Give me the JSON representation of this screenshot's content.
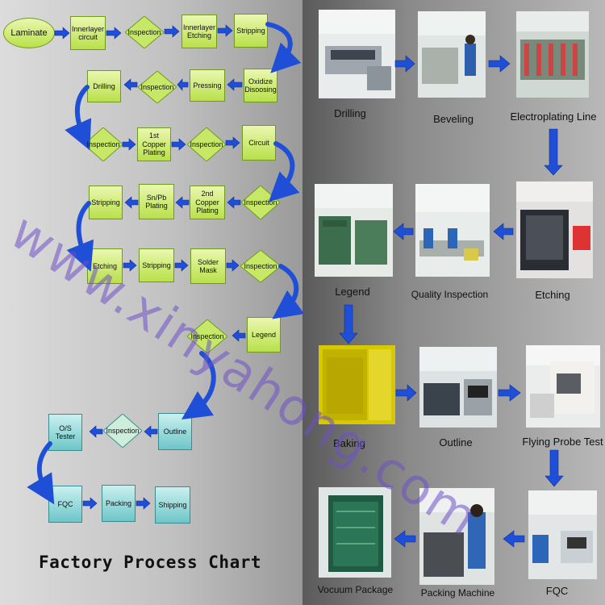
{
  "colors": {
    "process_box": "#b9e04a",
    "end_box": "#6ec6c8",
    "arrow": "#1f4fd6",
    "watermark": "#6e50c8"
  },
  "flow": {
    "laminate": "Laminate",
    "innerlayer_circuit": "Innerlayer circuit",
    "inspection_1": "Inspection",
    "innerlayer_etching": "Innerlayer Etching",
    "stripping_1": "Stripping",
    "oxidize": "Oxidize Disoosing",
    "pressing": "Pressing",
    "inspection_2": "Inspection",
    "drilling": "Drilling",
    "inspection_3": "Inspection",
    "copper_1": "1st Copper Plating",
    "inspection_4": "Inspection",
    "circuit": "Circuit",
    "inspection_5": "Inspection",
    "copper_2": "2nd Copper Plating",
    "snpb": "Sn/Pb Plating",
    "stripping_2": "Stripping",
    "etching": "Etching",
    "stripping_3": "Stripping",
    "solder_mask": "Solder Mask",
    "inspection_6": "Inspection",
    "legend": "Legend",
    "inspection_7": "Inspection",
    "outline": "Outline",
    "inspection_8": "Inspection",
    "os_tester": "O/S Tester",
    "fqc": "FQC",
    "packing": "Packing",
    "shipping": "Shipping"
  },
  "title": "Factory Process Chart",
  "photos": {
    "drilling": "Drilling",
    "beveling": "Beveling",
    "electroplating": "Electroplating Line",
    "etching": "Etching",
    "quality": "Quality Inspection",
    "legend": "Legend",
    "baking": "Baking",
    "outline": "Outline",
    "flying_probe": "Flying Probe Test",
    "fqc": "FQC",
    "packing_machine": "Packing Machine",
    "vacuum_package": "Vocuum Package"
  },
  "watermark": "www.xinyahong.com"
}
